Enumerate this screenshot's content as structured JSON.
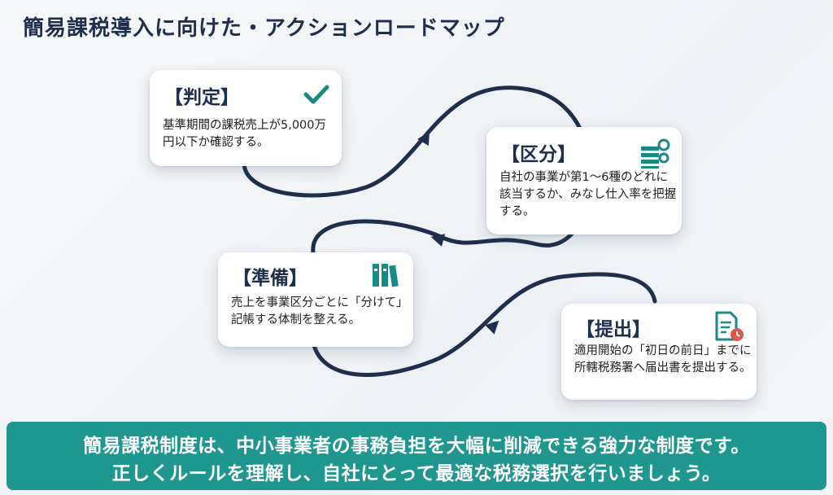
{
  "title": "簡易課税導入に向けた・アクションロードマップ",
  "steps": [
    {
      "heading": "【判定】",
      "text": "基準期間の課税売上が5,000万円以下か確認する。",
      "icon": "check-icon"
    },
    {
      "heading": "【区分】",
      "text": "自社の事業が第1～6種のどれに該当するか、みなし仕入率を把握する。",
      "icon": "stack-gear-icon"
    },
    {
      "heading": "【準備】",
      "text": "売上を事業区分ごとに「分けて」記帳する体制を整える。",
      "icon": "binders-icon"
    },
    {
      "heading": "【提出】",
      "text": "適用開始の「初日の前日」までに所轄税務署へ届出書を提出する。",
      "icon": "document-clock-icon"
    }
  ],
  "banner": {
    "line1": "簡易課税制度は、中小事業者の事務負担を大幅に削減できる強力な制度です。",
    "line2": "正しくルールを理解し、自社にとって最適な税務選択を行いましょう。"
  },
  "colors": {
    "path": "#1d2f4d",
    "accent": "#1f968f",
    "icon_teal": "#1a8a84",
    "clock_red": "#e0574f"
  }
}
